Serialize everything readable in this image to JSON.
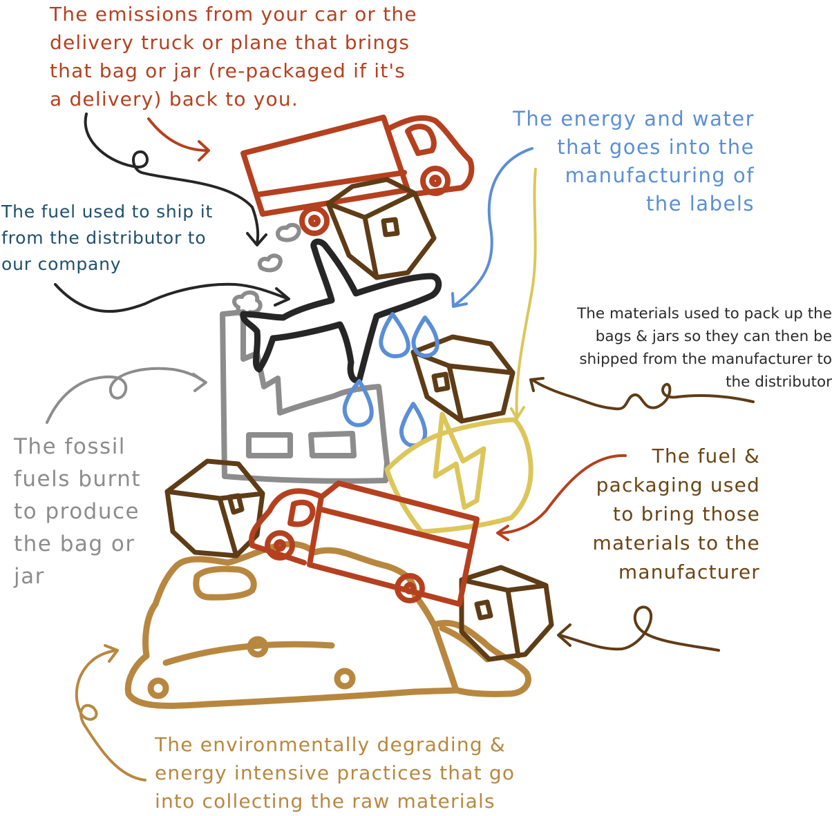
{
  "colors": {
    "red": "#b5401f",
    "blue": "#5b8ed6",
    "teal": "#1f4f6b",
    "dark_brown": "#5e3c16",
    "ochre": "#b8873f",
    "brown_text": "#6b4414",
    "gray": "#8c8c8c",
    "yellow": "#dcc65a",
    "black": "#262626"
  },
  "labels": {
    "emissions": "The emissions from your car or the\ndelivery truck or plane that brings\nthat bag or jar (re-packaged if it's\na delivery) back to you.",
    "energy_water": "The energy and water\nthat goes into the\nmanufacturing of\nthe labels",
    "fuel_ship": "The fuel used to ship it\nfrom the distributor to\nour company",
    "materials_pack": "The materials used to pack up the\nbags & jars so they can then be\nshipped from the manufacturer to\nthe distributor",
    "fuel_packaging": "The fuel &\npackaging used\nto bring those\nmaterials to the\nmanufacturer",
    "fossil_fuels": "The fossil\nfuels burnt\nto produce\nthe bag or\njar",
    "raw_materials": "The environmentally degrading &\nenergy intensive practices that go\ninto collecting the raw materials"
  }
}
